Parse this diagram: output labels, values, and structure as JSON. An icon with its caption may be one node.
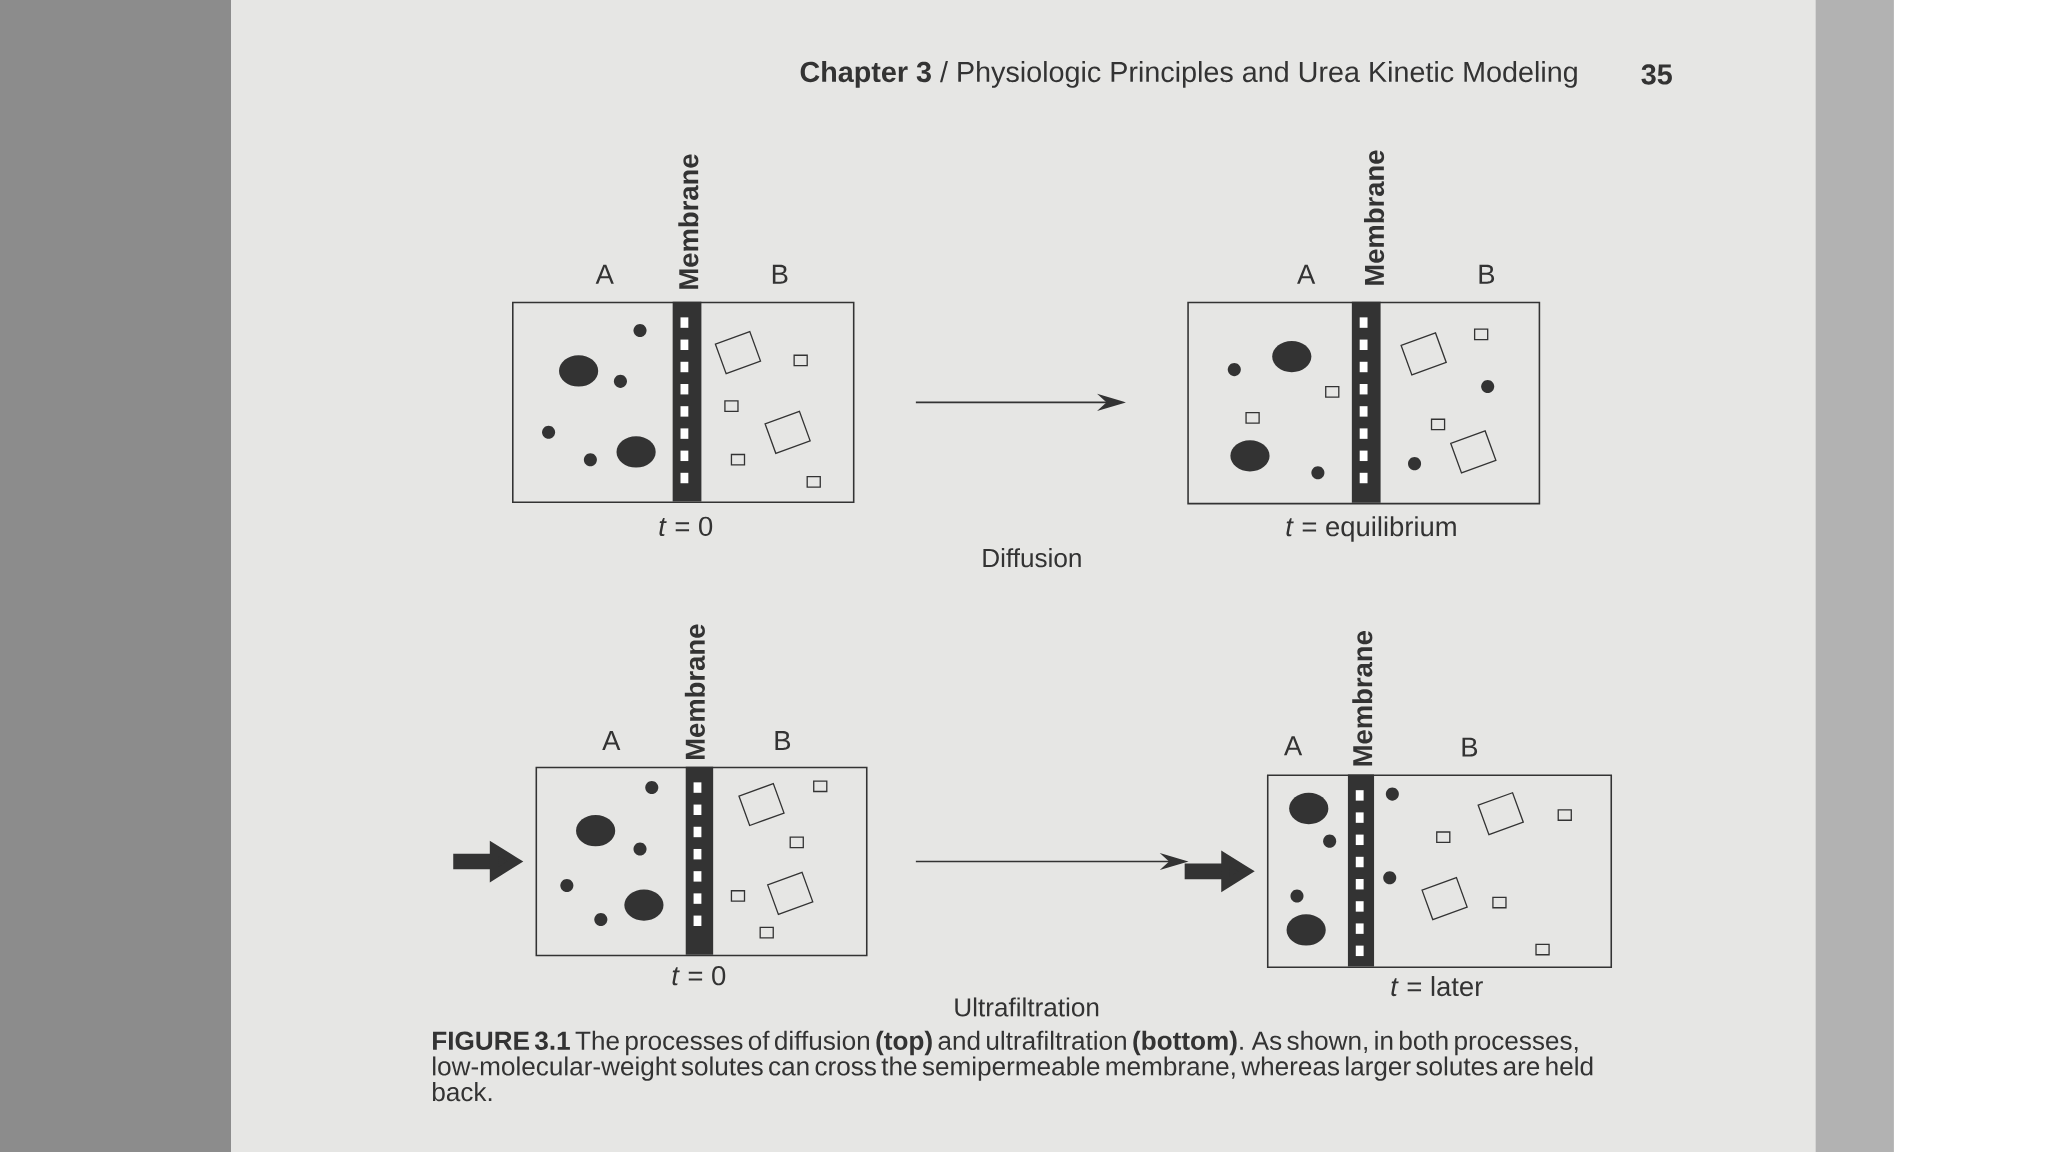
{
  "diagram": {
    "caption": "**FIGURE 3.1** The processes of diffusion **(top)** and ultrafiltration **(bottom)**. As shown, in both processes, low-molecular-weight solutes can cross the semipermeable membrane, whereas larger solutes are held back.",
    "nodes": [
      {
        "text": [
          "A",
          "Membrane",
          "B"
        ],
        "beside": [
          "*t* = 0"
        ]
      },
      {
        "text": [
          "A",
          "Membrane",
          "B"
        ],
        "beside": [
          "*t* = equilibrium"
        ]
      },
      {
        "text": [
          "A",
          "Membrane",
          "B"
        ],
        "beside": [
          "*t* = 0"
        ]
      },
      {
        "text": [
          "A",
          "Membrane",
          "B"
        ],
        "beside": [
          "*t* = later"
        ]
      }
    ],
    "edges": [
      {
        "from": 0,
        "to": 1,
        "arrow": "to"
      },
      {
        "from": 2,
        "to": 3,
        "arrow": "to"
      },
      {
        "from": null,
        "to": 2,
        "arrow": "to",
        "style": "thick"
      },
      {
        "from": null,
        "to": 3,
        "arrow": "to",
        "style": "thick"
      }
    ],
    "labels": [
      "**Chapter 3** / Physiologic Principles and Urea Kinetic Modeling",
      "35",
      "Diffusion",
      "Ultrafiltration"
    ]
  }
}
